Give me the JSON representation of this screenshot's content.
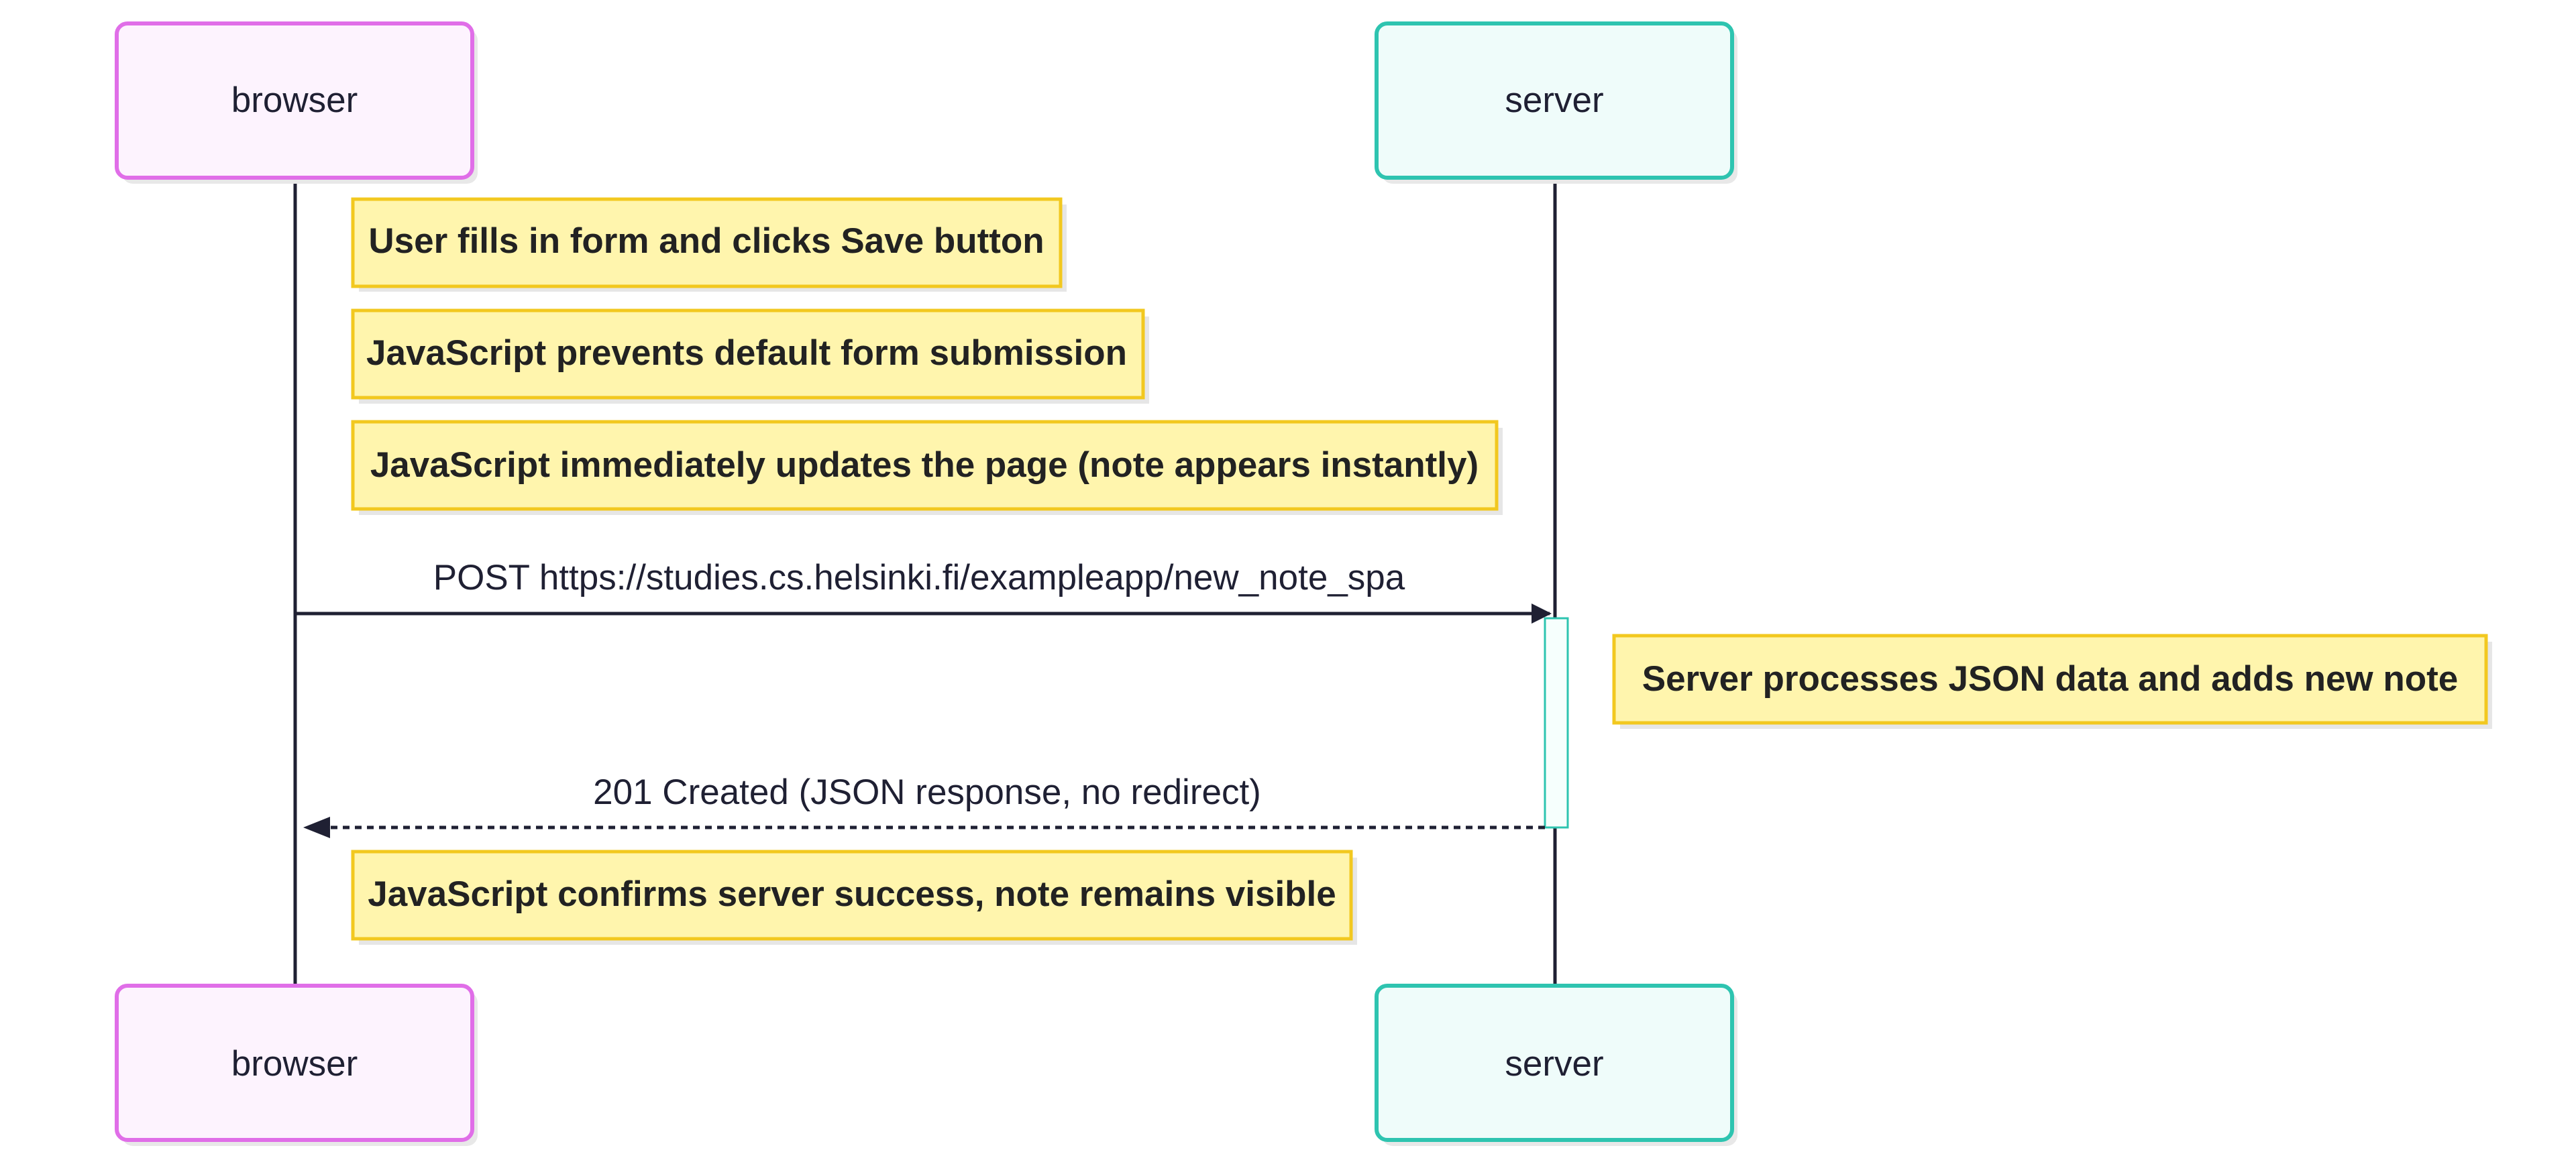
{
  "participants": [
    {
      "id": "browser",
      "label": "browser",
      "stroke": "#e06ee8",
      "fill": "#fdf3fe"
    },
    {
      "id": "server",
      "label": "server",
      "stroke": "#2ec4b0",
      "fill": "#effcfa"
    }
  ],
  "notes": [
    {
      "id": "user-fills-form",
      "text": "User fills in form and clicks Save button"
    },
    {
      "id": "js-prevents-default",
      "text": "JavaScript prevents default form submission"
    },
    {
      "id": "js-updates-page",
      "text": "JavaScript immediately updates the page (note appears instantly)"
    },
    {
      "id": "server-processes",
      "text": "Server processes JSON data and adds new note"
    },
    {
      "id": "js-confirms",
      "text": "JavaScript confirms server success, note remains visible"
    }
  ],
  "messages": [
    {
      "id": "post-request",
      "from": "browser",
      "to": "server",
      "style": "solid",
      "text": "POST https://studies.cs.helsinki.fi/exampleapp/new_note_spa"
    },
    {
      "id": "created-response",
      "from": "server",
      "to": "browser",
      "style": "dotted",
      "text": "201 Created (JSON response, no redirect)"
    }
  ],
  "colors": {
    "line": "#1f2033",
    "note_fill": "#fff5ad",
    "note_stroke": "#f2c81f",
    "shadow": "#e6e6e6",
    "activation_stroke": "#2ec4b0"
  }
}
